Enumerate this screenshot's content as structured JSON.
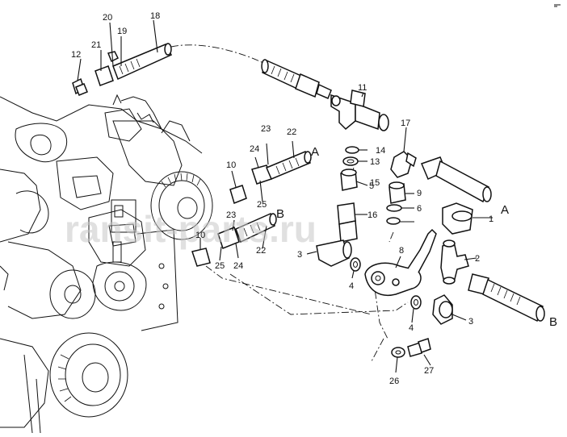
{
  "diagram": {
    "watermark": "ransit-parts.ru",
    "callouts": [
      {
        "id": "c1",
        "text": "1"
      },
      {
        "id": "c2",
        "text": "2"
      },
      {
        "id": "c3a",
        "text": "3"
      },
      {
        "id": "c3b",
        "text": "3"
      },
      {
        "id": "c4a",
        "text": "4"
      },
      {
        "id": "c4b",
        "text": "4"
      },
      {
        "id": "c5",
        "text": "5"
      },
      {
        "id": "c6",
        "text": "6"
      },
      {
        "id": "c8",
        "text": "8"
      },
      {
        "id": "c9",
        "text": "9"
      },
      {
        "id": "c10a",
        "text": "10"
      },
      {
        "id": "c10b",
        "text": "10"
      },
      {
        "id": "c11",
        "text": "11"
      },
      {
        "id": "c12",
        "text": "12"
      },
      {
        "id": "c13",
        "text": "13"
      },
      {
        "id": "c14",
        "text": "14"
      },
      {
        "id": "c15",
        "text": "15"
      },
      {
        "id": "c16",
        "text": "16"
      },
      {
        "id": "c17",
        "text": "17"
      },
      {
        "id": "c18",
        "text": "18"
      },
      {
        "id": "c19",
        "text": "19"
      },
      {
        "id": "c20",
        "text": "20"
      },
      {
        "id": "c21",
        "text": "21"
      },
      {
        "id": "c22a",
        "text": "22"
      },
      {
        "id": "c22b",
        "text": "22"
      },
      {
        "id": "c23a",
        "text": "23"
      },
      {
        "id": "c23b",
        "text": "23"
      },
      {
        "id": "c24a",
        "text": "24"
      },
      {
        "id": "c24b",
        "text": "24"
      },
      {
        "id": "c25a",
        "text": "25"
      },
      {
        "id": "c25b",
        "text": "25"
      },
      {
        "id": "c26",
        "text": "26"
      },
      {
        "id": "c27",
        "text": "27"
      }
    ],
    "connectors": [
      {
        "id": "cA1",
        "text": "A"
      },
      {
        "id": "cA2",
        "text": "A"
      },
      {
        "id": "cB1",
        "text": "B"
      },
      {
        "id": "cB2",
        "text": "B"
      }
    ]
  }
}
